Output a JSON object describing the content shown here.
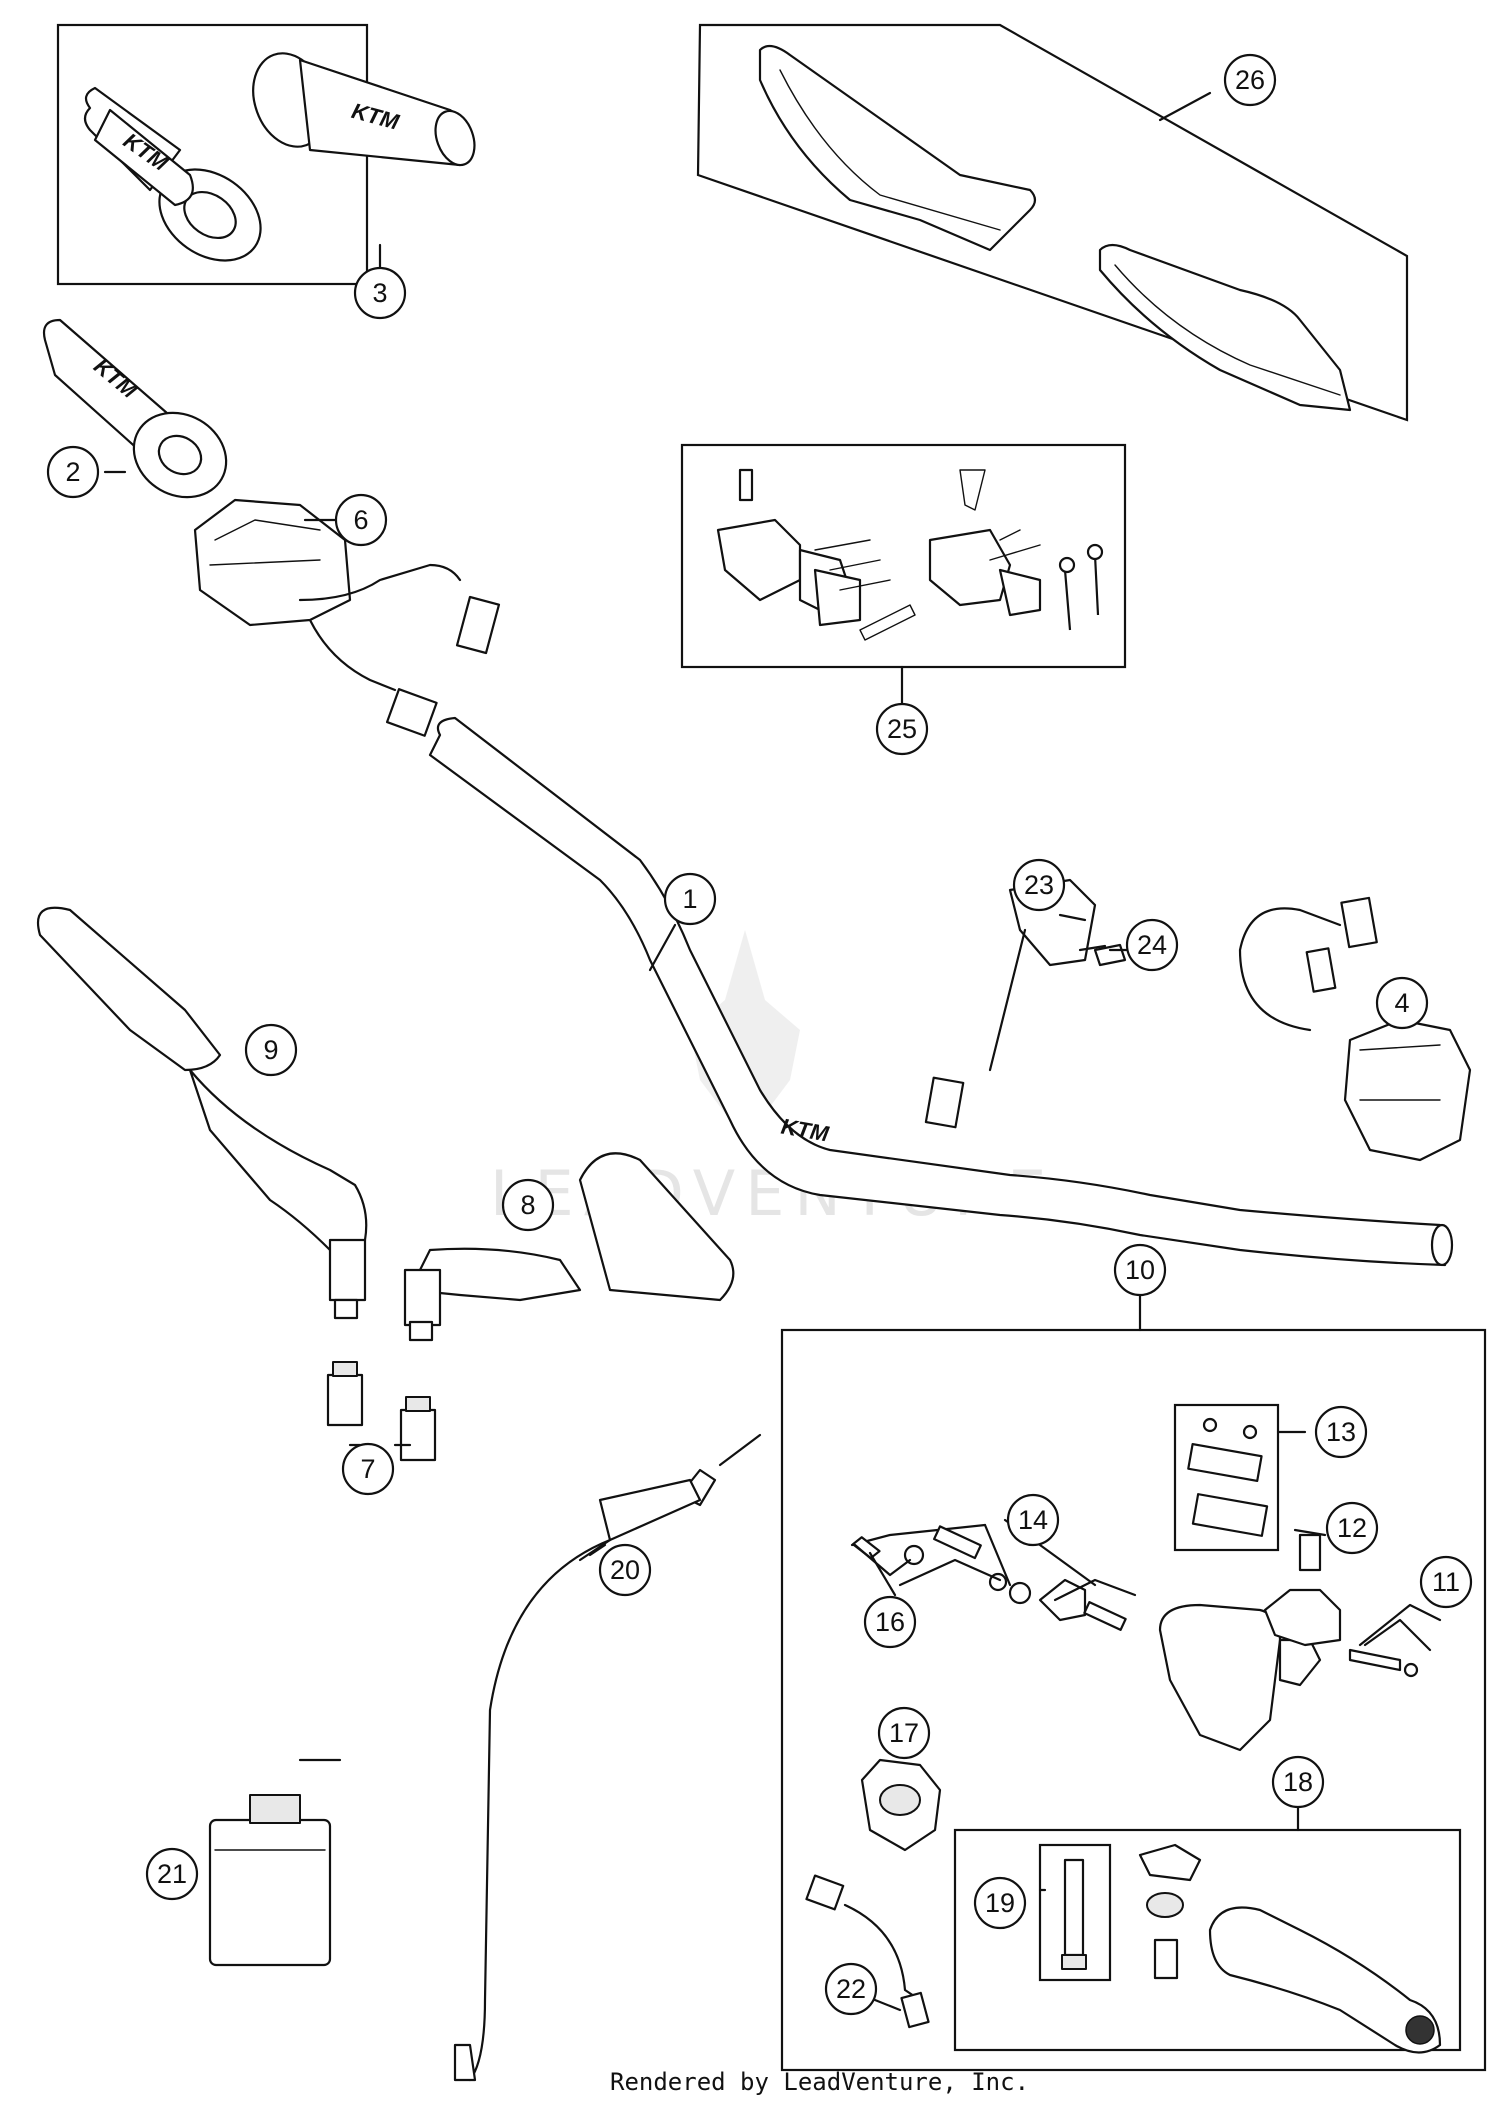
{
  "diagram": {
    "credit": "Rendered by LeadVenture, Inc.",
    "watermark": "LEADVENTURE",
    "grip_logo": "KTM",
    "callouts": [
      {
        "label": "1"
      },
      {
        "label": "2"
      },
      {
        "label": "3"
      },
      {
        "label": "4"
      },
      {
        "label": "6"
      },
      {
        "label": "7"
      },
      {
        "label": "8"
      },
      {
        "label": "9"
      },
      {
        "label": "10"
      },
      {
        "label": "11"
      },
      {
        "label": "12"
      },
      {
        "label": "13"
      },
      {
        "label": "14"
      },
      {
        "label": "16"
      },
      {
        "label": "17"
      },
      {
        "label": "18"
      },
      {
        "label": "19"
      },
      {
        "label": "20"
      },
      {
        "label": "21"
      },
      {
        "label": "22"
      },
      {
        "label": "23"
      },
      {
        "label": "24"
      },
      {
        "label": "25"
      },
      {
        "label": "26"
      }
    ]
  }
}
